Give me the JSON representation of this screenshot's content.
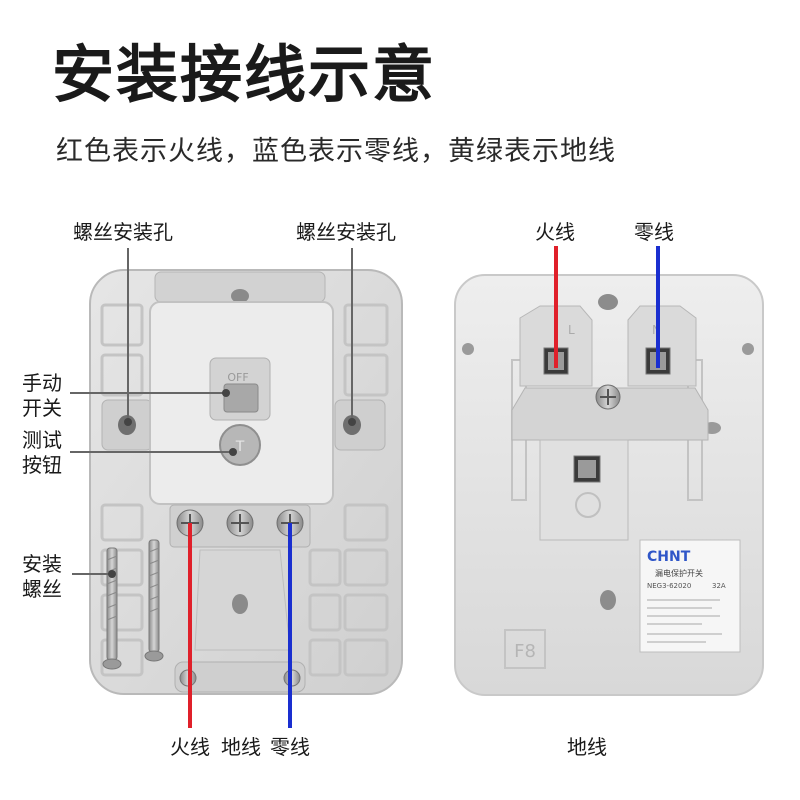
{
  "title": "安装接线示意",
  "subtitle": "红色表示火线，蓝色表示零线，黄绿表示地线",
  "labels": {
    "screw_hole_left": "螺丝安装孔",
    "screw_hole_right": "螺丝安装孔",
    "manual_switch": "手动开关",
    "test_button": "测试按钮",
    "mount_screws": "安装螺丝",
    "bottom_live": "火线",
    "bottom_earth": "地线",
    "bottom_neutral": "零线",
    "right_live": "火线",
    "right_neutral": "零线",
    "right_earth": "地线"
  },
  "product": {
    "brand": "CHNT",
    "name": "漏电保护开关",
    "model": "NEG3-62020",
    "rating": "32A",
    "toggle_text": "OFF",
    "side_mark": "F8"
  },
  "colors": {
    "live": "#e0202a",
    "neutral": "#1a2fd0",
    "earth_yellow": "#e8e21a",
    "earth_green": "#3cc23c",
    "plastic": "#dcdcdc",
    "plastic_dark": "#bdbdbd"
  }
}
